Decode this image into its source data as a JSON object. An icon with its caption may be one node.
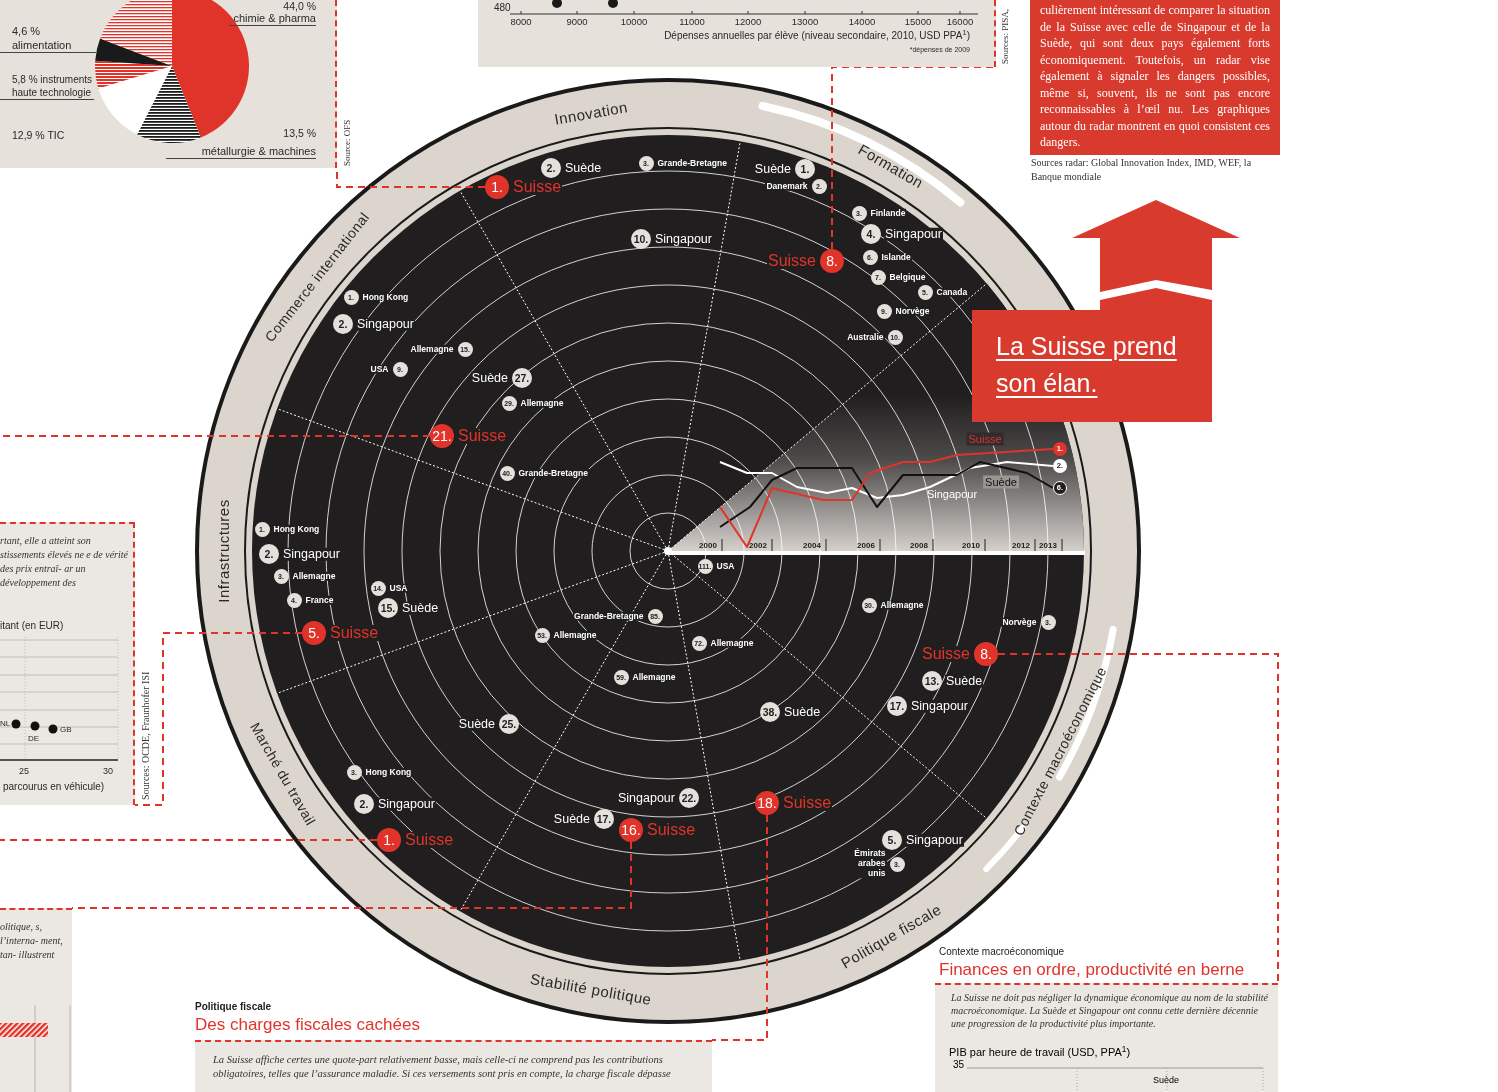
{
  "diagram": {
    "nodes": [
      {
        "text": [
          "44,0 %",
          "chimie & pharma",
          "4,6 % alimentation",
          "5,8 % instruments haute technologie",
          "12,9 % TIC",
          "13,5 %",
          "métallurgie & machines"
        ],
        "beside": [
          "Source: OFS"
        ]
      },
      {
        "text": [
          "480",
          "8000",
          "9000",
          "10000",
          "11000",
          "12000",
          "13000",
          "14000",
          "15000",
          "16000",
          "Dépenses annuelles par élève (niveau secondaire, 2010, USD PPA$^{1}$)",
          "*dépenses de 2009"
        ],
        "beside": [
          "Sources: PISA,"
        ]
      },
      {
        "text": [
          "culièrement intéressant de comparer la situation de la Suisse avec celle de Singapour et de la Suède, qui sont deux pays également forts économiquement. Toutefois, un radar vise également à signaler les dangers possibles, même si, souvent, ils ne sont pas encore reconnaissables à l’œil nu. Les graphiques autour du radar montrent en quoi consistent ces dangers."
        ],
        "beside": [
          "Sources radar: Global Innovation Index, IMD, WEF, la Banque mondiale"
        ]
      },
      {
        "text": [
          "La Suisse prend son élan."
        ]
      },
      {
        "text": [
          "rtant, elle a atteint son stissements élevés ne e de vérité des prix entraî- ar un développement des",
          "itant (en EUR)",
          "NL",
          "DE",
          "GB",
          "25",
          "30",
          "parcourus en véhicule)"
        ],
        "beside": [
          "Sources: OCDE, Fraunhofer ISI"
        ]
      },
      {
        "text": [
          "olitique, s, l’interna- ment, tan- illustrent"
        ]
      },
      {
        "text": [
          "Politique fiscale",
          "Des charges fiscales cachées",
          "La Suisse affiche certes une quote-part relativement basse, mais celle-ci ne comprend pas les contributions obligatoires, telles que l’assurance maladie. Si ces versements sont pris en compte, la charge fiscale dépasse"
        ]
      },
      {
        "text": [
          "Contexte macroéconomique",
          "Finances en ordre, productivité en berne",
          "La Suisse ne doit pas négliger la dynamique économique au nom de la stabilité macroéconomique. La Suède et Singapour ont connu cette dernière décennie une progression de la productivité plus importante.",
          "PIB par heure de travail (USD, PPA$^{1}$)",
          "35",
          "Suède"
        ]
      },
      {
        "text": [
          "2."
        ],
        "beside": [
          "Suède"
        ]
      },
      {
        "text": [
          "3."
        ],
        "beside": [
          "Grande-Bretagne"
        ]
      },
      {
        "text": [
          "1."
        ],
        "beside": [
          "Suisse"
        ]
      },
      {
        "text": [
          "10."
        ],
        "beside": [
          "Singapour"
        ]
      },
      {
        "text": [
          "1."
        ],
        "beside": [
          "Suède"
        ]
      },
      {
        "text": [
          "2."
        ],
        "beside": [
          "Danemark"
        ]
      },
      {
        "text": [
          "8."
        ],
        "beside": [
          "Suisse"
        ]
      },
      {
        "text": [
          "3."
        ],
        "beside": [
          "Finlande"
        ]
      },
      {
        "text": [
          "4."
        ],
        "beside": [
          "Singapour"
        ]
      },
      {
        "text": [
          "6."
        ],
        "beside": [
          "Islande"
        ]
      },
      {
        "text": [
          "7."
        ],
        "beside": [
          "Belgique"
        ]
      },
      {
        "text": [
          "5."
        ],
        "beside": [
          "Canada"
        ]
      },
      {
        "text": [
          "9."
        ],
        "beside": [
          "Norvège"
        ]
      },
      {
        "text": [
          "10."
        ],
        "beside": [
          "Australie"
        ]
      },
      {
        "text": [
          "1."
        ],
        "beside": [
          "Hong Kong"
        ]
      },
      {
        "text": [
          "2."
        ],
        "beside": [
          "Singapour"
        ]
      },
      {
        "text": [
          "15."
        ],
        "beside": [
          "Allemagne"
        ]
      },
      {
        "text": [
          "9."
        ],
        "beside": [
          "USA"
        ]
      },
      {
        "text": [
          "27."
        ],
        "beside": [
          "Suède"
        ]
      },
      {
        "text": [
          "29."
        ],
        "beside": [
          "Allemagne"
        ]
      },
      {
        "text": [
          "21."
        ],
        "beside": [
          "Suisse"
        ]
      },
      {
        "text": [
          "40."
        ],
        "beside": [
          "Grande-Bretagne"
        ]
      },
      {
        "text": [
          "1."
        ],
        "beside": [
          "Hong Kong"
        ]
      },
      {
        "text": [
          "2."
        ],
        "beside": [
          "Singapour"
        ]
      },
      {
        "text": [
          "3."
        ],
        "beside": [
          "Allemagne"
        ]
      },
      {
        "text": [
          "4."
        ],
        "beside": [
          "France"
        ]
      },
      {
        "text": [
          "14."
        ],
        "beside": [
          "USA"
        ]
      },
      {
        "text": [
          "15."
        ],
        "beside": [
          "Suède"
        ]
      },
      {
        "text": [
          "5."
        ],
        "beside": [
          "Suisse"
        ]
      },
      {
        "text": [
          "111."
        ],
        "beside": [
          "USA"
        ]
      },
      {
        "text": [
          "85."
        ],
        "beside": [
          "Grande-Bretagne"
        ]
      },
      {
        "text": [
          "53."
        ],
        "beside": [
          "Allemagne"
        ]
      },
      {
        "text": [
          "72."
        ],
        "beside": [
          "Allemagne"
        ]
      },
      {
        "text": [
          "59."
        ],
        "beside": [
          "Allemagne"
        ]
      },
      {
        "text": [
          "30."
        ],
        "beside": [
          "Allemagne"
        ]
      },
      {
        "text": [
          "3."
        ],
        "beside": [
          "Norvège"
        ]
      },
      {
        "text": [
          "8."
        ],
        "beside": [
          "Suisse"
        ]
      },
      {
        "text": [
          "13."
        ],
        "beside": [
          "Suède"
        ]
      },
      {
        "text": [
          "17."
        ],
        "beside": [
          "Singapour"
        ]
      },
      {
        "text": [
          "38."
        ],
        "beside": [
          "Suède"
        ]
      },
      {
        "text": [
          "25."
        ],
        "beside": [
          "Suède"
        ]
      },
      {
        "text": [
          "3."
        ],
        "beside": [
          "Hong Kong"
        ]
      },
      {
        "text": [
          "2."
        ],
        "beside": [
          "Singapour"
        ]
      },
      {
        "text": [
          "1."
        ],
        "beside": [
          "Suisse"
        ]
      },
      {
        "text": [
          "22."
        ],
        "beside": [
          "Singapour"
        ]
      },
      {
        "text": [
          "17."
        ],
        "beside": [
          "Suède"
        ]
      },
      {
        "text": [
          "16."
        ],
        "beside": [
          "Suisse"
        ]
      },
      {
        "text": [
          "18."
        ],
        "beside": [
          "Suisse"
        ]
      },
      {
        "text": [
          "5."
        ],
        "beside": [
          "Singapour"
        ]
      },
      {
        "text": [
          "3."
        ],
        "beside": [
          "Émirats arabes unis"
        ]
      },
      {
        "text": [
          "1."
        ]
      },
      {
        "text": [
          "2."
        ]
      },
      {
        "text": [
          "6."
        ]
      }
    ],
    "edges": [
      {
        "from": 10,
        "to": 0,
        "arrow": "none",
        "style": "dashed"
      },
      {
        "from": 14,
        "to": 1,
        "arrow": "none",
        "style": "dashed"
      },
      {
        "from": 28,
        "to": null,
        "arrow": "none",
        "style": "dashed"
      },
      {
        "from": 36,
        "to": 4,
        "arrow": "none",
        "style": "dashed"
      },
      {
        "from": 51,
        "to": null,
        "arrow": "none",
        "style": "dashed"
      },
      {
        "from": 54,
        "to": 5,
        "arrow": "none",
        "style": "dashed"
      },
      {
        "from": 55,
        "to": 6,
        "arrow": "none",
        "style": "dashed"
      },
      {
        "from": 44,
        "to": 7,
        "arrow": "none",
        "style": "dashed"
      }
    ],
    "labels": [
      "Innovation",
      "Formation",
      "Commerce international",
      "Infrastructures",
      "Marché du travail",
      "Stabilité politique",
      "Politique fiscale",
      "Contexte macroéconomique",
      "Suisse",
      "Singapour",
      "Suède",
      "2000",
      "2002",
      "2004",
      "2006",
      "2008",
      "2010",
      "2012",
      "2013"
    ]
  }
}
